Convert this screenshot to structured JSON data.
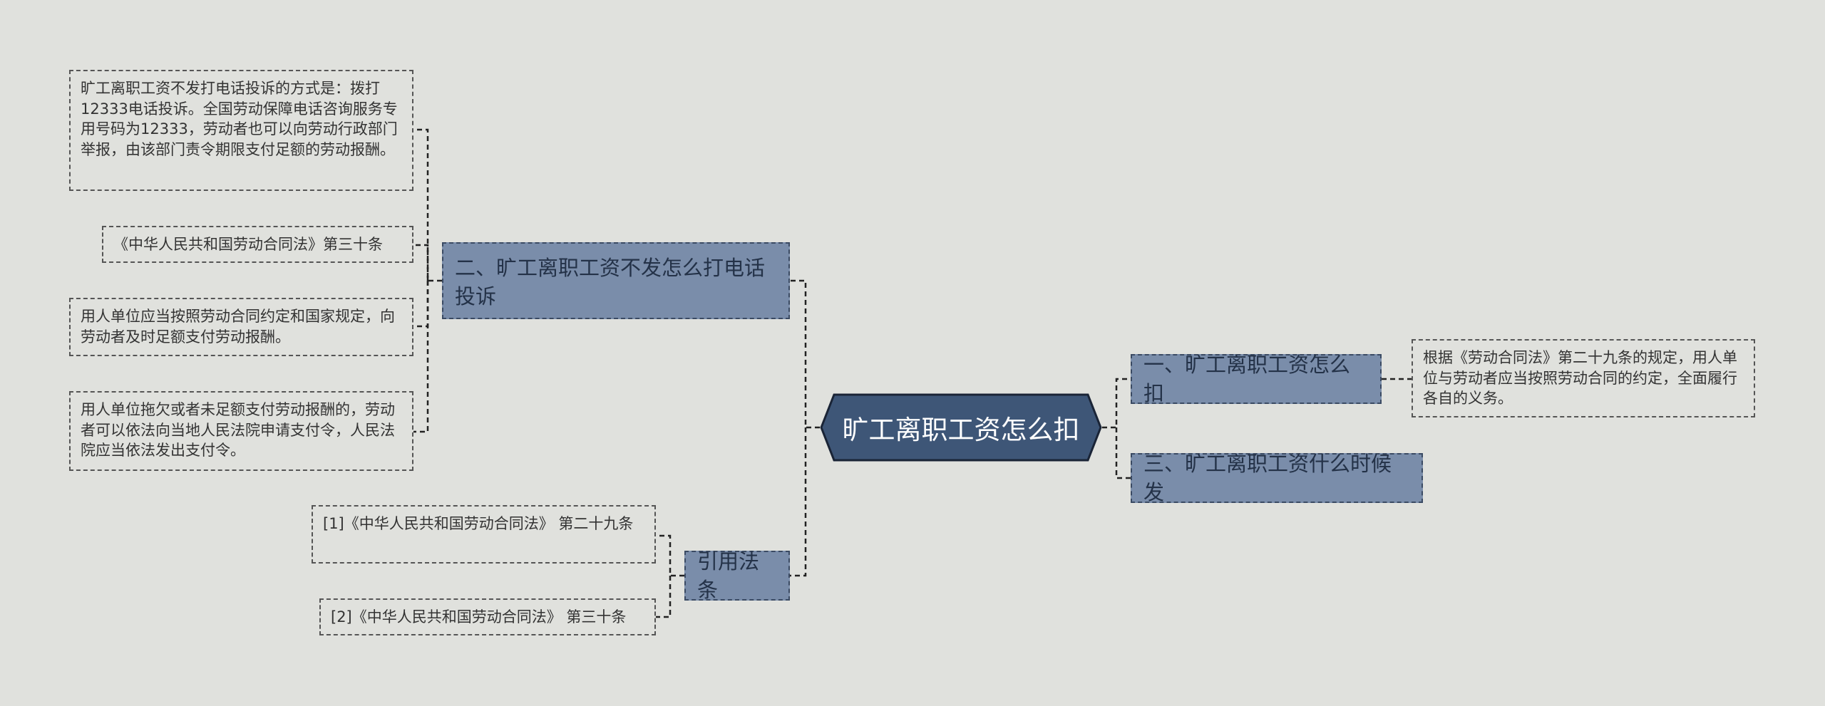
{
  "central": {
    "text": "旷工离职工资怎么扣"
  },
  "topics": {
    "t1": "一、旷工离职工资怎么扣",
    "t2": "二、旷工离职工资不发怎么打电话投诉",
    "t3": "三、旷工离职工资什么时候发",
    "t4": "引用法条"
  },
  "notes": {
    "n1": "根据《劳动合同法》第二十九条的规定，用人单位与劳动者应当按照劳动合同的约定，全面履行各自的义务。",
    "n2": "旷工离职工资不发打电话投诉的方式是：拨打12333电话投诉。全国劳动保障电话咨询服务专用号码为12333，劳动者也可以向劳动行政部门举报，由该部门责令期限支付足额的劳动报酬。",
    "n3": "《中华人民共和国劳动合同法》第三十条",
    "n4": "用人单位应当按照劳动合同约定和国家规定，向劳动者及时足额支付劳动报酬。",
    "n5": "用人单位拖欠或者未足额支付劳动报酬的，劳动者可以依法向当地人民法院申请支付令，人民法院应当依法发出支付令。",
    "n6": "[1]《中华人民共和国劳动合同法》 第二十九条",
    "n7": "[2]《中华人民共和国劳动合同法》 第三十条"
  },
  "colors": {
    "background": "#e0e1dd",
    "central_fill": "#3e5677",
    "topic_fill": "#7a8daa",
    "connector": "#222222"
  }
}
